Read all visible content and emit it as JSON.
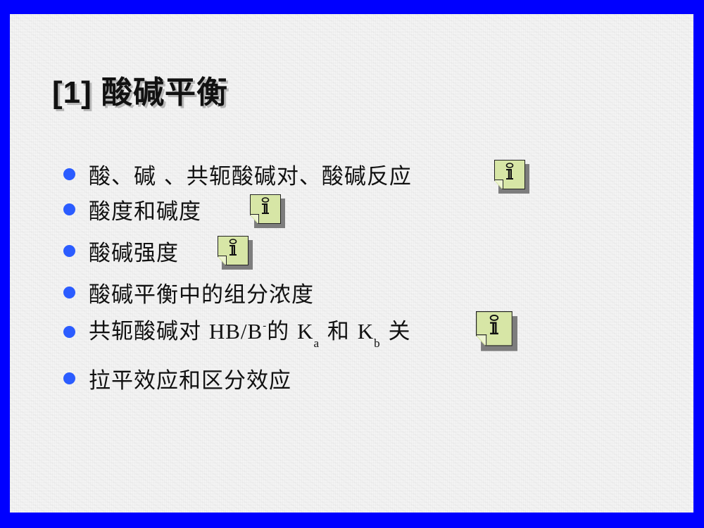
{
  "slide": {
    "title": "[1] 酸碱平衡",
    "colors": {
      "frame": "#0000ff",
      "background": "#f1f1f1",
      "bullet": "#2b5cff",
      "note_fill": "#d7e6a6",
      "note_shadow": "#7d7d7d"
    },
    "bullets": [
      {
        "text": "酸、碱 、共轭酸碱对、酸碱反应",
        "has_note": true,
        "note_icon": "info-note-icon"
      },
      {
        "text": "酸度和碱度",
        "has_note": true,
        "note_icon": "info-note-icon"
      },
      {
        "text": "酸碱强度",
        "has_note": true,
        "note_icon": "info-note-icon"
      },
      {
        "text": "酸碱平衡中的组分浓度",
        "has_note": false
      },
      {
        "text_parts": {
          "p1": "共轭酸碱对 ",
          "p2": "HB/B",
          "p3_sup": "-",
          "p4": "的 ",
          "p5": "K",
          "p6_sub": "a",
          "p7": " 和 ",
          "p8": "K",
          "p9_sub": "b",
          "p10": " 关"
        },
        "has_note": true,
        "note_icon": "info-note-icon"
      },
      {
        "text": "拉平效应和区分效应",
        "has_note": false
      }
    ]
  }
}
